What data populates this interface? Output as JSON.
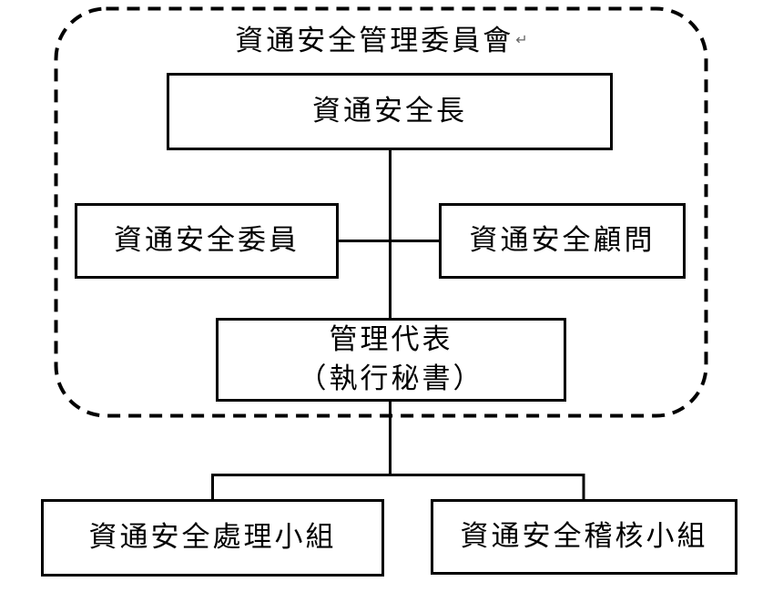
{
  "diagram": {
    "title": "資通安全管理委員會",
    "paragraph_mark": "↵",
    "nodes": {
      "ciso": {
        "label": "資通安全長"
      },
      "committee_member": {
        "label": "資通安全委員"
      },
      "advisor": {
        "label": "資通安全顧問"
      },
      "management_representative": {
        "line1": "管理代表",
        "line2": "（執行秘書）"
      },
      "handling_team": {
        "label": "資通安全處理小組"
      },
      "audit_team": {
        "label": "資通安全稽核小組"
      }
    },
    "colors": {
      "line": "#000000",
      "text": "#000000",
      "background": "#ffffff",
      "paragraph_mark": "#666666"
    }
  }
}
